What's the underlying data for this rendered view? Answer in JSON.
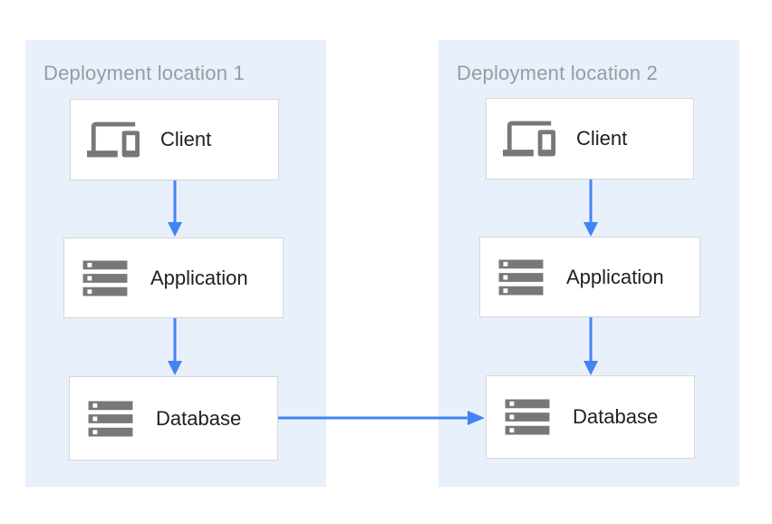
{
  "diagram": {
    "locations": [
      {
        "label": "Deployment location 1",
        "nodes": [
          {
            "id": "client-1",
            "label": "Client",
            "icon": "devices-icon"
          },
          {
            "id": "application-1",
            "label": "Application",
            "icon": "storage-icon"
          },
          {
            "id": "database-1",
            "label": "Database",
            "icon": "storage-icon"
          }
        ]
      },
      {
        "label": "Deployment location 2",
        "nodes": [
          {
            "id": "client-2",
            "label": "Client",
            "icon": "devices-icon"
          },
          {
            "id": "application-2",
            "label": "Application",
            "icon": "storage-icon"
          },
          {
            "id": "database-2",
            "label": "Database",
            "icon": "storage-icon"
          }
        ]
      }
    ],
    "connections": [
      {
        "from": "client-1",
        "to": "application-1"
      },
      {
        "from": "application-1",
        "to": "database-1"
      },
      {
        "from": "client-2",
        "to": "application-2"
      },
      {
        "from": "application-2",
        "to": "database-2"
      },
      {
        "from": "database-1",
        "to": "database-2"
      }
    ]
  },
  "colors": {
    "page_bg": "#FFFFFF",
    "container_bg": "#E8F0FB",
    "label_gray": "#979CA1",
    "box_bg": "#FFFFFF",
    "box_border": "#D7D7D7",
    "node_text": "#212121",
    "icon": "#787878",
    "arrow": "#4284F3"
  }
}
